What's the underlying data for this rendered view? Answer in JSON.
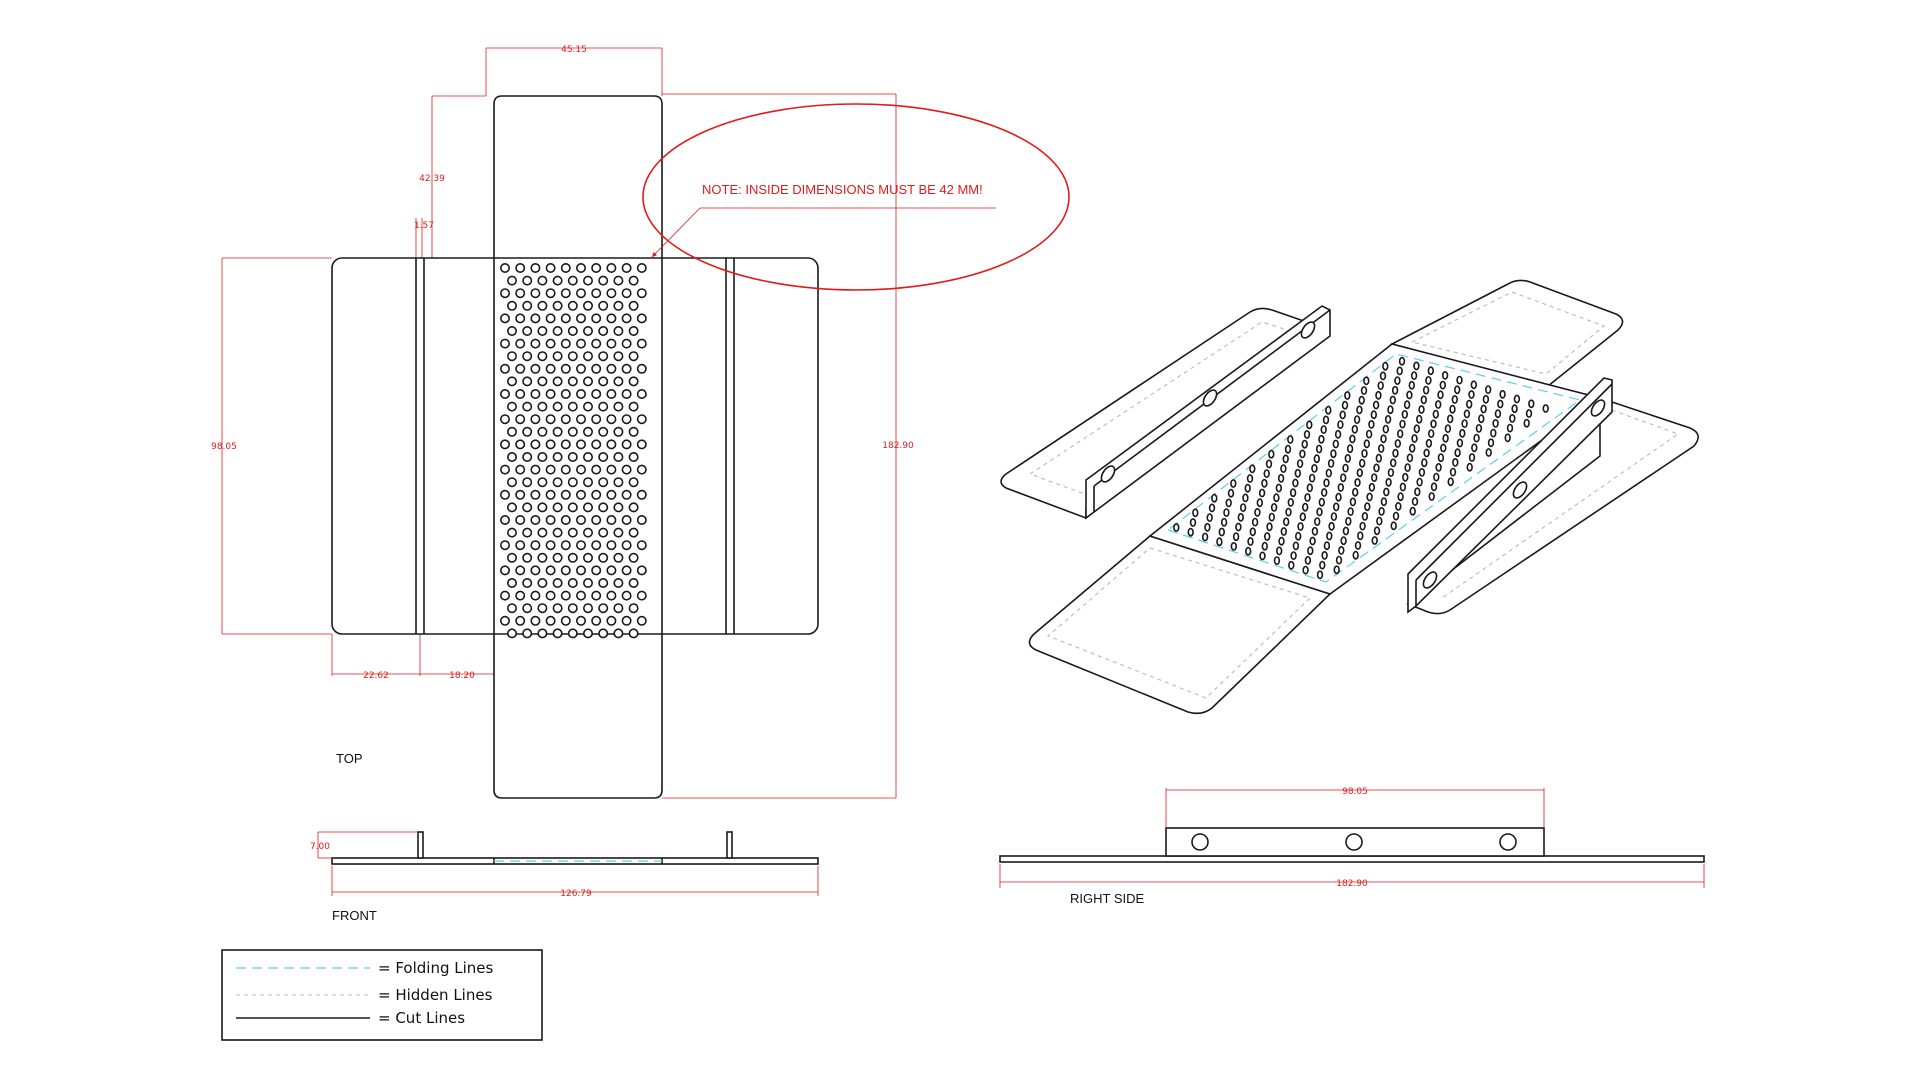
{
  "note": "NOTE: INSIDE DIMENSIONS MUST BE 42 MM!",
  "views": {
    "top": "TOP",
    "front": "FRONT",
    "right_side": "RIGHT SIDE"
  },
  "dimensions": {
    "top_tab_width": "45.15",
    "top_tab_height": "42.39",
    "rib_offset": "1.57",
    "body_height": "98.05",
    "total_length": "182.90",
    "side_panel_width": "22.62",
    "inner_panel_width": "18.20",
    "front_height": "7.00",
    "front_width": "126.79",
    "right_top_width": "98.05",
    "right_total_length": "182.90"
  },
  "legend": {
    "folding": "= Folding Lines",
    "hidden": "= Hidden Lines",
    "cut": "= Cut Lines"
  },
  "colors": {
    "dimension": "#e11b1b",
    "folding": "#5fd0e6",
    "hidden": "#b7b7c9",
    "cut": "#1a1a1a"
  }
}
